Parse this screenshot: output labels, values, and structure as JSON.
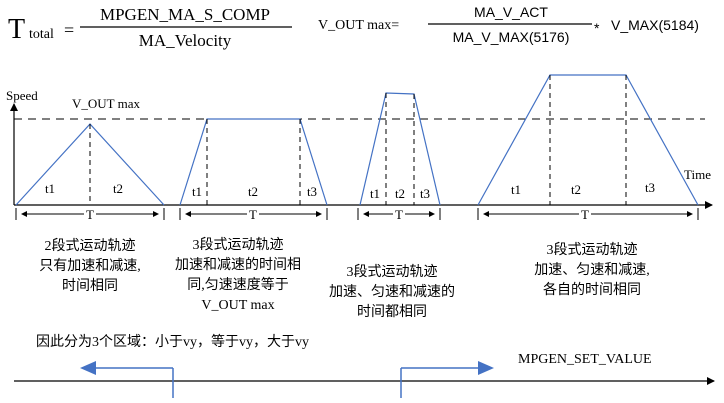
{
  "formulas": {
    "t_total": {
      "symbol": "T",
      "subscript": "total",
      "equals": "=",
      "numerator": "MPGEN_MA_S_COMP",
      "denominator": "MA_Velocity"
    },
    "v_out_max": {
      "lhs": "V_OUT max=",
      "numerator": "MA_V_ACT",
      "denominator": "MA_V_MAX(5176)",
      "operator": "*",
      "factor": "V_MAX(5184)"
    }
  },
  "axes": {
    "y_label": "Speed",
    "x_label": "Time",
    "v_out_max_label": "V_OUT max"
  },
  "profiles": [
    {
      "phases": [
        "t1",
        "t2"
      ],
      "span_label": "T",
      "caption": [
        "2段式运动轨迹",
        "只有加速和减速,",
        "时间相同"
      ]
    },
    {
      "phases": [
        "t1",
        "t2",
        "t3"
      ],
      "span_label": "T",
      "caption": [
        "3段式运动轨迹",
        "加速和减速的时间相",
        "同,匀速速度等于",
        "V_OUT max"
      ]
    },
    {
      "phases": [
        "t1",
        "t2",
        "t3"
      ],
      "span_label": "T",
      "caption": [
        "3段式运动轨迹",
        "加速、匀速和减速的",
        "时间都相同"
      ]
    },
    {
      "phases": [
        "t1",
        "t2",
        "t3"
      ],
      "span_label": "T",
      "caption": [
        "3段式运动轨迹",
        "加速、匀速和减速,",
        "各自的时间相同"
      ]
    }
  ],
  "summary_note": "因此分为3个区域：小于vy，等于vy，大于vy",
  "set_value_label": "MPGEN_SET_VALUE",
  "colors": {
    "profile_line": "#4472c4",
    "arrow": "#4472c4",
    "axis": "#000000",
    "dashed": "#000000"
  }
}
